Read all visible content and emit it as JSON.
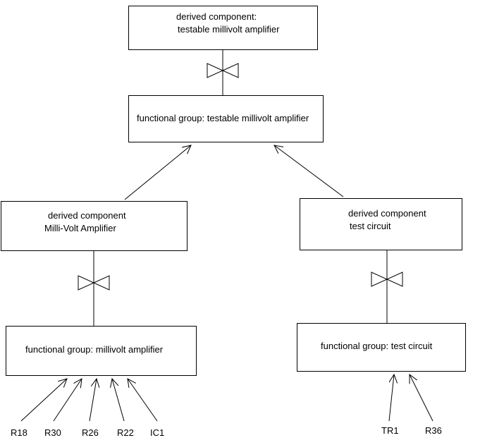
{
  "diagram": {
    "top_derived": {
      "line1": "derived component:",
      "line2": "testable millivolt amplifier"
    },
    "top_functional": {
      "label": "functional group: testable millivolt amplifier"
    },
    "left_derived": {
      "line1": "derived component",
      "line2": "Milli-Volt Amplifier"
    },
    "left_functional": {
      "label": "functional group: millivolt amplifier"
    },
    "right_derived": {
      "line1": "derived component",
      "line2": "test circuit"
    },
    "right_functional": {
      "label": "functional group: test circuit"
    },
    "left_components": [
      "R18",
      "R30",
      "R26",
      "R22",
      "IC1"
    ],
    "right_components": [
      "TR1",
      "R36"
    ],
    "colors": {
      "stroke": "#000000",
      "background": "#ffffff"
    }
  }
}
